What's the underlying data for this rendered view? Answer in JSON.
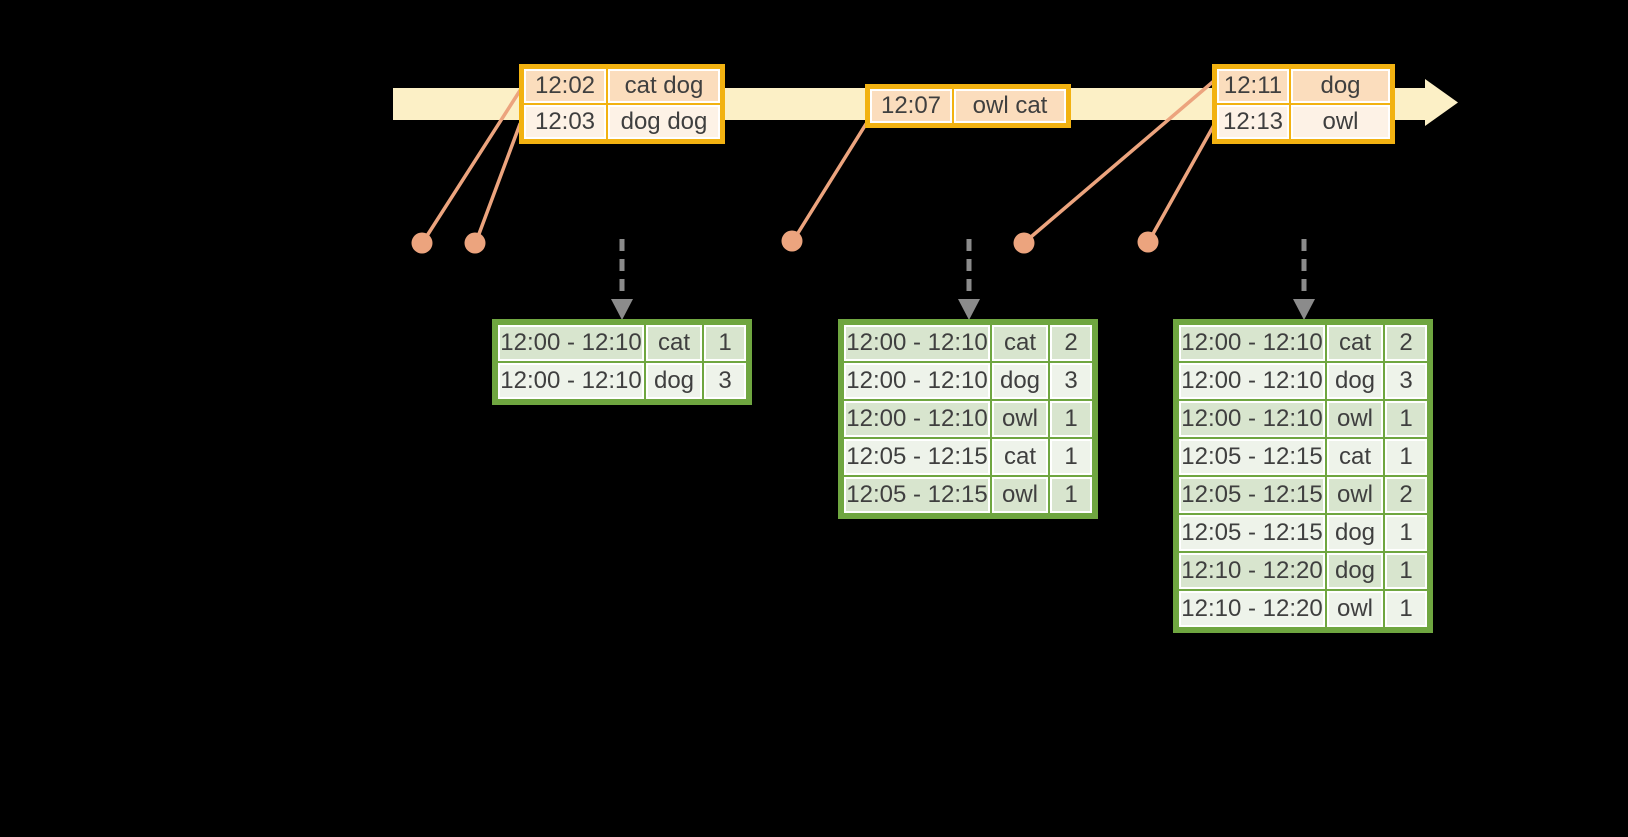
{
  "diagram": {
    "colors": {
      "bg": "#000000",
      "timeline": "#FCF0C6",
      "event_border": "#F2B211",
      "event_row_dark": "#FBDDBD",
      "event_row_light": "#FDF2E6",
      "result_border": "#6FA640",
      "result_row_dark": "#D8E5CE",
      "result_row_light": "#EEF3EA",
      "connector": "#ECA47E",
      "trigger": "#8B8B8B",
      "text": "#3F3F3F"
    },
    "icons": {
      "timeline_arrow": "right-arrow",
      "trigger_arrow": "dashed-down-arrow",
      "event_dot": "circle-marker"
    }
  },
  "event_tables": [
    {
      "rows": [
        {
          "time": "12:02",
          "words": "cat dog"
        },
        {
          "time": "12:03",
          "words": "dog dog"
        }
      ]
    },
    {
      "rows": [
        {
          "time": "12:07",
          "words": "owl cat"
        }
      ]
    },
    {
      "rows": [
        {
          "time": "12:11",
          "words": "dog"
        },
        {
          "time": "12:13",
          "words": "owl"
        }
      ]
    }
  ],
  "result_tables": [
    {
      "rows": [
        {
          "window": "12:00 - 12:10",
          "word": "cat",
          "count": 1
        },
        {
          "window": "12:00 - 12:10",
          "word": "dog",
          "count": 3
        }
      ]
    },
    {
      "rows": [
        {
          "window": "12:00 - 12:10",
          "word": "cat",
          "count": 2
        },
        {
          "window": "12:00 - 12:10",
          "word": "dog",
          "count": 3
        },
        {
          "window": "12:00 - 12:10",
          "word": "owl",
          "count": 1
        },
        {
          "window": "12:05 - 12:15",
          "word": "cat",
          "count": 1
        },
        {
          "window": "12:05 - 12:15",
          "word": "owl",
          "count": 1
        }
      ]
    },
    {
      "rows": [
        {
          "window": "12:00 - 12:10",
          "word": "cat",
          "count": 2
        },
        {
          "window": "12:00 - 12:10",
          "word": "dog",
          "count": 3
        },
        {
          "window": "12:00 - 12:10",
          "word": "owl",
          "count": 1
        },
        {
          "window": "12:05 - 12:15",
          "word": "cat",
          "count": 1
        },
        {
          "window": "12:05 - 12:15",
          "word": "owl",
          "count": 2
        },
        {
          "window": "12:05 - 12:15",
          "word": "dog",
          "count": 1
        },
        {
          "window": "12:10 - 12:20",
          "word": "dog",
          "count": 1
        },
        {
          "window": "12:10 - 12:20",
          "word": "owl",
          "count": 1
        }
      ]
    }
  ]
}
